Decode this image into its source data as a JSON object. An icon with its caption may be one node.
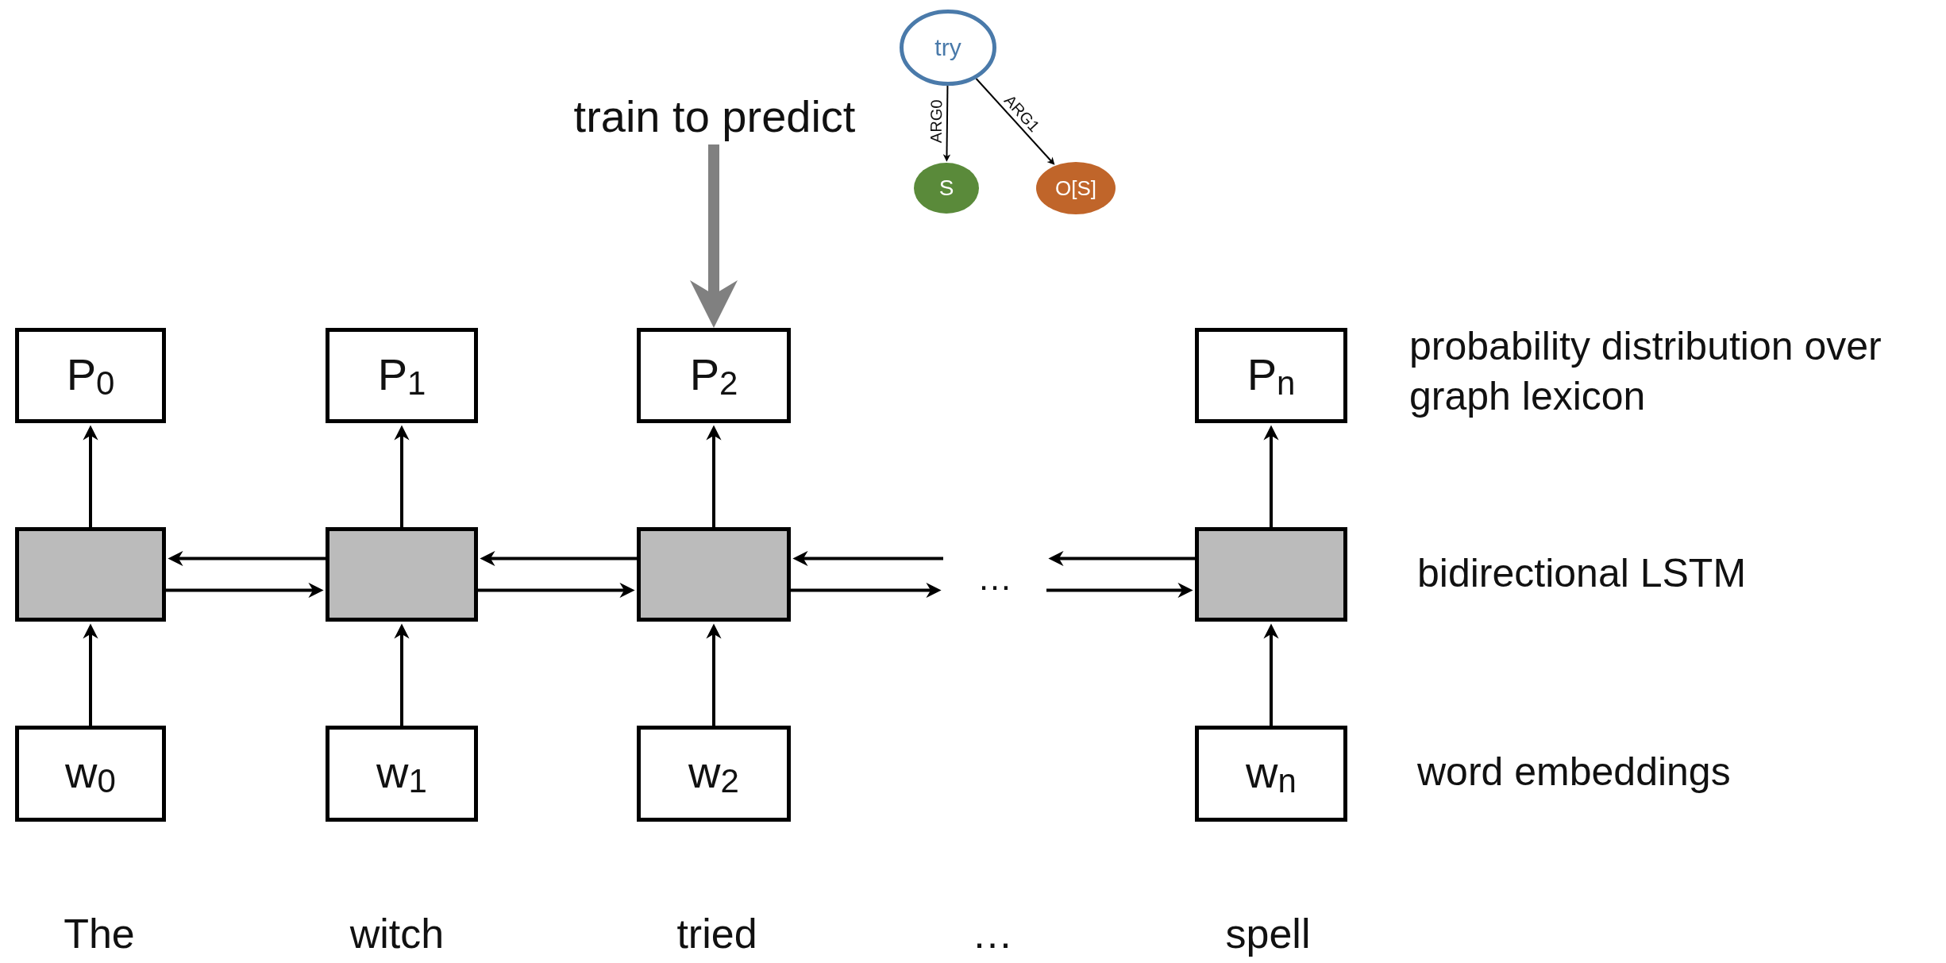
{
  "diagram": {
    "nodes": [
      {
        "text": [
          "train to predict"
        ]
      },
      {
        "text": [
          "try"
        ]
      },
      {
        "text": [
          "S"
        ]
      },
      {
        "text": [
          "O[S]"
        ]
      },
      {
        "text": [
          "P$_{0}$"
        ]
      },
      {
        "text": [
          "P$_{1}$"
        ]
      },
      {
        "text": [
          "P$_{2}$"
        ]
      },
      {
        "text": [
          "P$_{n}$"
        ]
      },
      {
        "text": [],
        "shape": "box"
      },
      {
        "text": [],
        "shape": "box"
      },
      {
        "text": [],
        "shape": "box"
      },
      {
        "text": [
          "…"
        ]
      },
      {
        "text": [],
        "shape": "box"
      },
      {
        "text": [
          "w$_{0}$"
        ]
      },
      {
        "text": [
          "w$_{1}$"
        ]
      },
      {
        "text": [
          "w$_{2}$"
        ]
      },
      {
        "text": [
          "w$_{n}$"
        ]
      }
    ],
    "edges": [
      {
        "from": 0,
        "to": 6,
        "arrow": "to",
        "style": "thick",
        "color": "#808080"
      },
      {
        "from": 1,
        "to": 2,
        "arrow": "to",
        "label": "ARG0"
      },
      {
        "from": 1,
        "to": 3,
        "arrow": "to",
        "label": "ARG1"
      },
      {
        "from": 8,
        "to": 4,
        "arrow": "to"
      },
      {
        "from": 9,
        "to": 5,
        "arrow": "to"
      },
      {
        "from": 10,
        "to": 6,
        "arrow": "to"
      },
      {
        "from": 12,
        "to": 7,
        "arrow": "to"
      },
      {
        "from": 13,
        "to": 8,
        "arrow": "to"
      },
      {
        "from": 14,
        "to": 9,
        "arrow": "to"
      },
      {
        "from": 15,
        "to": 10,
        "arrow": "to"
      },
      {
        "from": 16,
        "to": 12,
        "arrow": "to"
      },
      {
        "from": 9,
        "to": 8,
        "arrow": "to"
      },
      {
        "from": 8,
        "to": 9,
        "arrow": "to"
      },
      {
        "from": 10,
        "to": 9,
        "arrow": "to"
      },
      {
        "from": 9,
        "to": 10,
        "arrow": "to"
      },
      {
        "from": 11,
        "to": 10,
        "arrow": "to"
      },
      {
        "from": 10,
        "to": 11,
        "arrow": "to"
      },
      {
        "from": 12,
        "to": 11,
        "arrow": "to"
      },
      {
        "from": 11,
        "to": 12,
        "arrow": "to"
      }
    ],
    "labels": [
      "probability distribution over graph lexicon",
      "bidirectional LSTM",
      "word embeddings",
      "The",
      "witch",
      "tried",
      "…",
      "spell"
    ]
  }
}
